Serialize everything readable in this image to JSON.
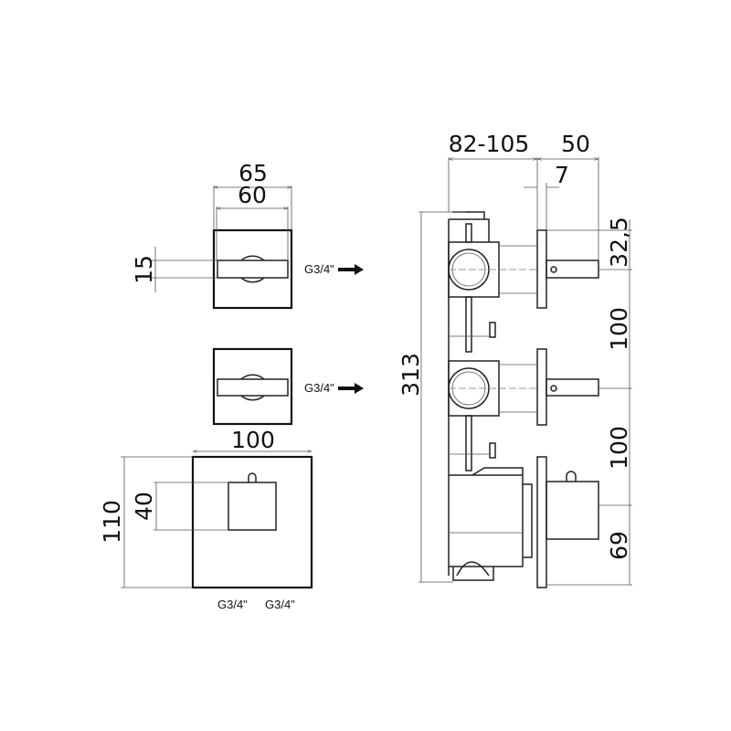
{
  "top_plate": {
    "width_outer": "65",
    "width_inner": "60",
    "handle_height": "15",
    "outlet_label": "G3/4\""
  },
  "middle_plate": {
    "outlet_label": "G3/4\""
  },
  "bottom_plate": {
    "width": "100",
    "height": "110",
    "knob_size": "40",
    "outlet_label_1": "G3/4\"",
    "outlet_label_2": "G3/4\""
  },
  "side_view": {
    "depth": "82-105",
    "projection": "50",
    "plate_thickness": "7",
    "total_height": "313",
    "top_offset": "32,5",
    "spacing_1": "100",
    "spacing_2": "100",
    "bottom_offset": "69"
  }
}
